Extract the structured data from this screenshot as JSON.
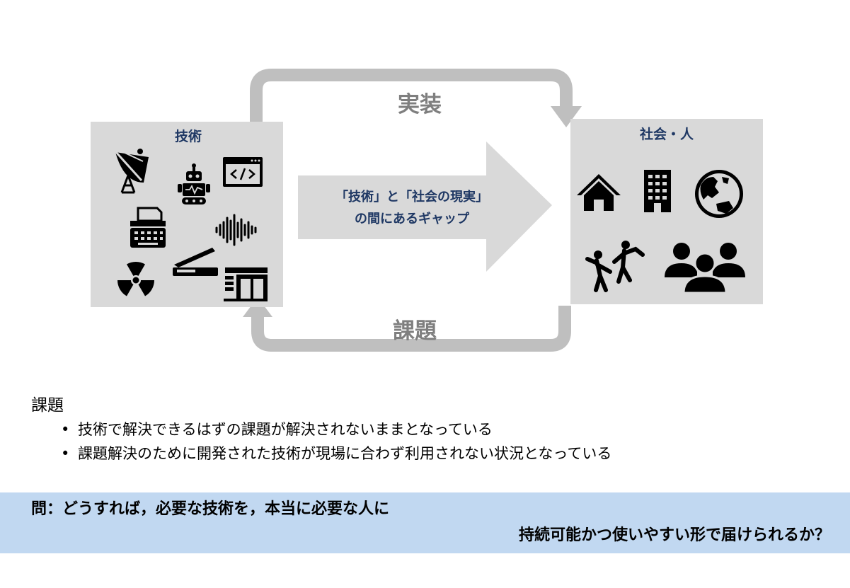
{
  "diagram": {
    "top_arrow_label": "実装",
    "bottom_arrow_label": "課題",
    "left_box_title": "技術",
    "right_box_title": "社会・人",
    "center_arrow_line1": "「技術」と「社会の現実」",
    "center_arrow_line2": "の間にあるギャップ",
    "left_icons": [
      "satellite-dish-icon",
      "robot-icon",
      "code-window-icon",
      "typewriter-icon",
      "sound-wave-icon",
      "radiation-icon",
      "scanner-icon",
      "fax-machine-icon"
    ],
    "right_icons": [
      "house-icon",
      "building-icon",
      "globe-icon",
      "dancing-people-icon",
      "people-group-icon"
    ],
    "colors": {
      "box_fill": "#d9d9d9",
      "arrow_gray": "#bfbfbf",
      "label_navy": "#1f3864",
      "question_band": "#c1d8f1"
    }
  },
  "issues": {
    "title": "課題",
    "bullet": "•",
    "items": [
      "技術で解決できるはずの課題が解決されないままとなっている",
      "課題解決のために開発された技術が現場に合わず利用されない状況となっている"
    ]
  },
  "question": {
    "line1": "問：どうすれば，必要な技術を，本当に必要な人に",
    "line2": "持続可能かつ使いやすい形で届けられるか？"
  }
}
